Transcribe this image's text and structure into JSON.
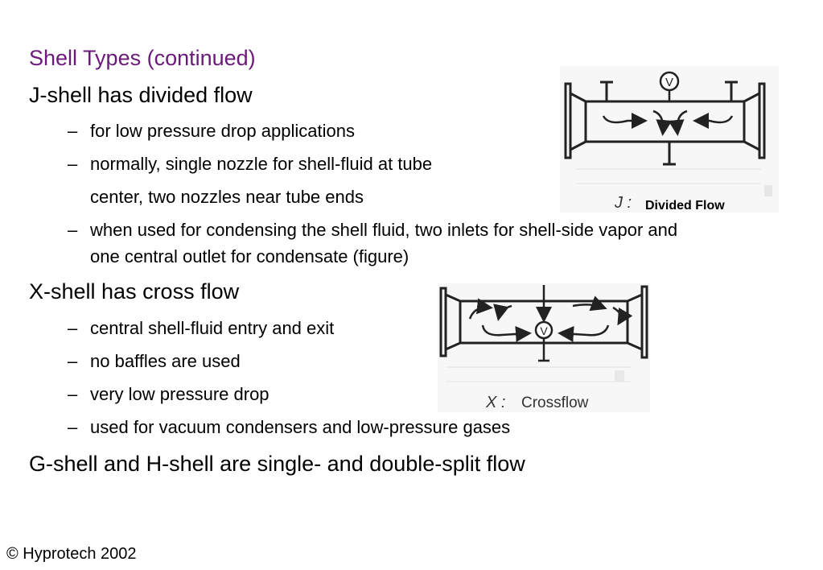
{
  "slide": {
    "title": "Shell Types (continued)",
    "j_heading": "J-shell has divided flow",
    "j_bullets": [
      "for low pressure drop applications",
      "normally, single nozzle for shell-fluid at tube",
      "center, two nozzles near tube ends",
      "when used for condensing the shell fluid, two inlets for shell-side vapor and",
      "one central outlet for condensate (figure)"
    ],
    "x_heading": "X-shell has cross flow",
    "x_bullets": [
      "central shell-fluid entry and exit",
      "no baffles are used",
      "very low pressure drop",
      "used for vacuum condensers and low-pressure gases"
    ],
    "g_heading": "G-shell and H-shell are single- and double-split flow",
    "dash": "–",
    "footer": "© Hyprotech 2002"
  },
  "figures": {
    "j_label": "J :",
    "j_caption": "Divided Flow",
    "x_label": "X :",
    "x_caption": "Crossflow",
    "valve_symbol": "V"
  }
}
